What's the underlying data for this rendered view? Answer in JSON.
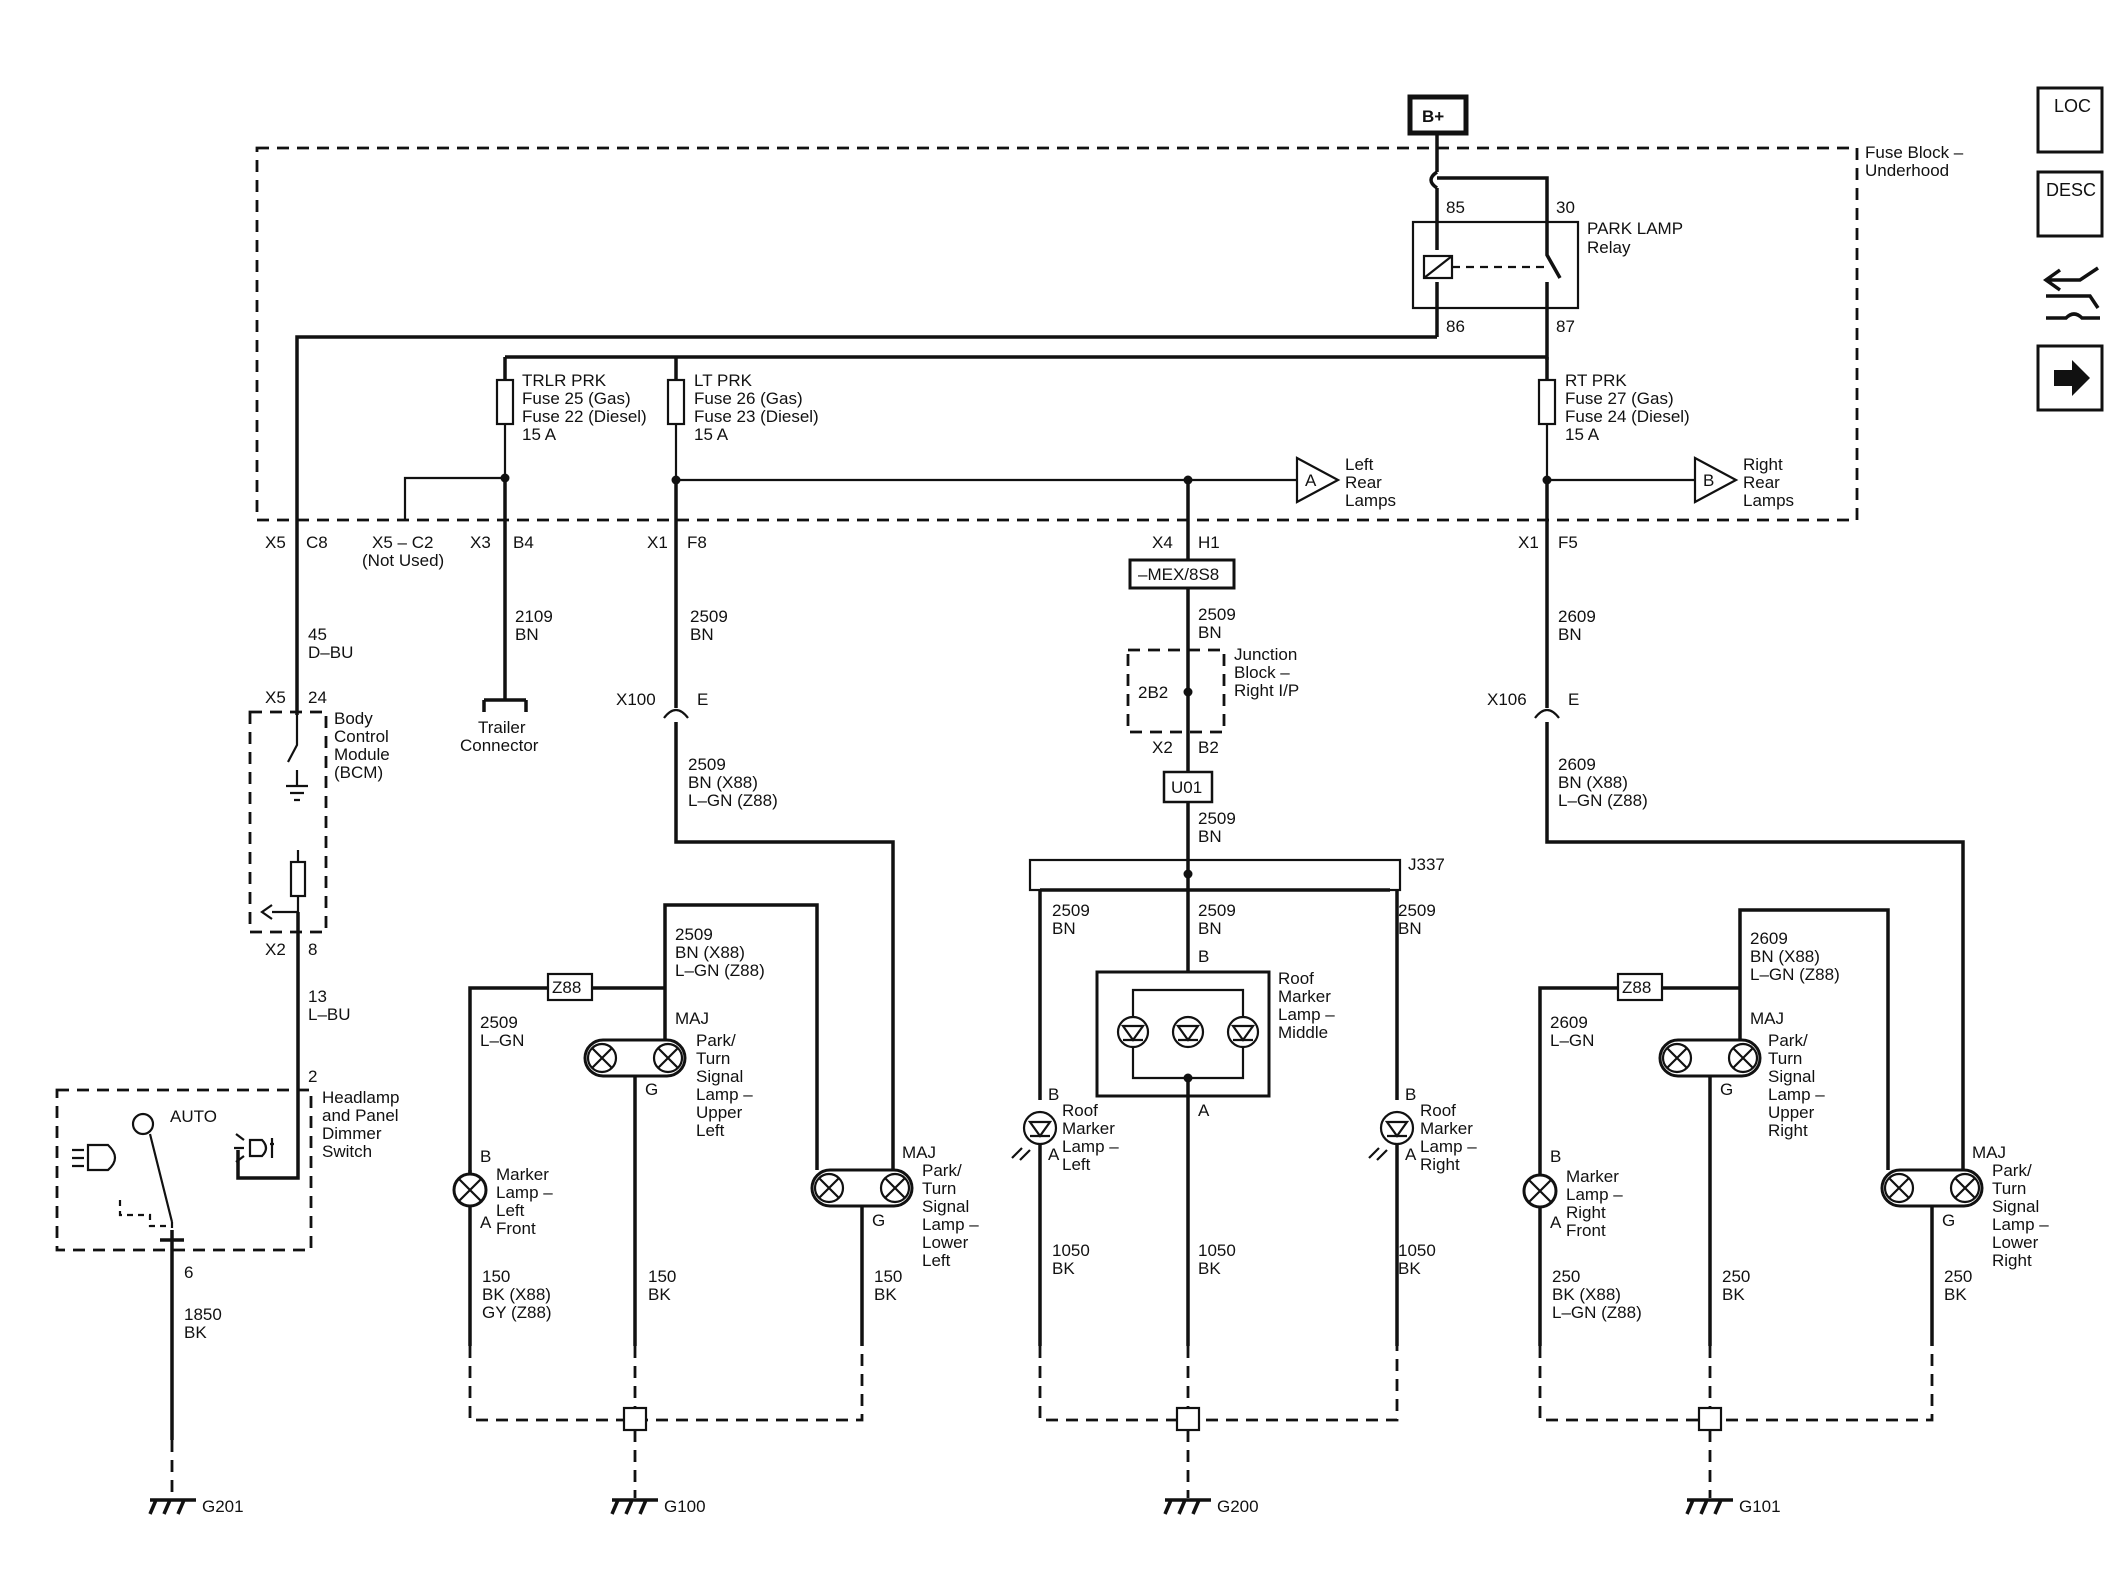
{
  "power": {
    "bplus": "B+"
  },
  "fuse_block": {
    "line1": "Fuse Block –",
    "line2": "Underhood"
  },
  "relay": {
    "name1": "PARK LAMP",
    "name2": "Relay",
    "pin85": "85",
    "pin30": "30",
    "pin86": "86",
    "pin87": "87"
  },
  "fuses": {
    "trlr": {
      "l1": "TRLR PRK",
      "l2": "Fuse 25 (Gas)",
      "l3": "Fuse 22 (Diesel)",
      "l4": "15 A"
    },
    "lt": {
      "l1": "LT PRK",
      "l2": "Fuse 26 (Gas)",
      "l3": "Fuse 23 (Diesel)",
      "l4": "15 A"
    },
    "rt": {
      "l1": "RT PRK",
      "l2": "Fuse 27 (Gas)",
      "l3": "Fuse 24 (Diesel)",
      "l4": "15 A"
    }
  },
  "offpage": {
    "a": {
      "letter": "A",
      "l1": "Left",
      "l2": "Rear",
      "l3": "Lamps"
    },
    "b": {
      "letter": "B",
      "l1": "Right",
      "l2": "Rear",
      "l3": "Lamps"
    }
  },
  "connectors": {
    "x5": "X5",
    "c8": "C8",
    "x5c2": "X5 – C2",
    "notused": "(Not Used)",
    "x3": "X3",
    "b4": "B4",
    "x1a": "X1",
    "f8": "F8",
    "x4": "X4",
    "h1": "H1",
    "x1b": "X1",
    "f5": "F5",
    "x100": "X100",
    "e1": "E",
    "x106": "X106",
    "e2": "E",
    "x2a": "X2",
    "b2": "B2",
    "x5b": "X5",
    "p24": "24",
    "x2b": "X2",
    "p8": "8",
    "p2": "2",
    "p6": "6",
    "mex": "–MEX/8S8",
    "u01": "U01",
    "j337": "J337",
    "b2box": "2B2"
  },
  "wires": {
    "w45": "45",
    "dbu": "D–BU",
    "w2109": "2109",
    "bn1": "BN",
    "w2509a": "2509",
    "bn2": "BN",
    "w2509b": "2509",
    "bn3": "BN",
    "w2609a": "2609",
    "bn4": "BN",
    "w2509c": "2509",
    "bnx88a": "BN (X88)",
    "lgnz88a": "L–GN (Z88)",
    "w2609b": "2609",
    "bnx88b": "BN (X88)",
    "lgnz88b": "L–GN (Z88)",
    "w2509d": "2509",
    "bn5": "BN",
    "w13": "13",
    "lbu": "L–BU",
    "w1850": "1850",
    "bk1": "BK",
    "w2509e": "2509",
    "bnx88c": "BN (X88)",
    "lgnz88c": "L–GN (Z88)",
    "w2509f": "2509",
    "lgn1": "L–GN",
    "w2509g": "2509",
    "bn6": "BN",
    "w2509h": "2509",
    "bn7": "BN",
    "w2509i": "2509",
    "bn8": "BN",
    "w2609c": "2609",
    "bnx88d": "BN (X88)",
    "lgnz88d": "L–GN (Z88)",
    "w2609d": "2609",
    "lgn2": "L–GN",
    "w150a": "150",
    "bkx88a": "BK (X88)",
    "gyz88": "GY (Z88)",
    "w150b": "150",
    "bk2": "BK",
    "w150c": "150",
    "bk3": "BK",
    "w1050a": "1050",
    "bk4": "BK",
    "w1050b": "1050",
    "bk5": "BK",
    "w1050c": "1050",
    "bk6": "BK",
    "w250a": "250",
    "bkx88b": "BK (X88)",
    "lgnz88e": "L–GN (Z88)",
    "w250b": "250",
    "bk7": "BK",
    "w250c": "250",
    "bk8": "BK",
    "z88": "Z88"
  },
  "components": {
    "bcm": {
      "l1": "Body",
      "l2": "Control",
      "l3": "Module",
      "l4": "(BCM)"
    },
    "junction": {
      "l1": "Junction",
      "l2": "Block –",
      "l3": "Right I/P"
    },
    "trailer": {
      "l1": "Trailer",
      "l2": "Connector"
    },
    "switch": {
      "l1": "Headlamp",
      "l2": "and Panel",
      "l3": "Dimmer",
      "l4": "Switch",
      "auto": "AUTO"
    },
    "pul": {
      "l1": "Park/",
      "l2": "Turn",
      "l3": "Signal",
      "l4": "Lamp –",
      "l5": "Upper",
      "l6": "Left"
    },
    "pll": {
      "l1": "Park/",
      "l2": "Turn",
      "l3": "Signal",
      "l4": "Lamp –",
      "l5": "Lower",
      "l6": "Left"
    },
    "pur": {
      "l1": "Park/",
      "l2": "Turn",
      "l3": "Signal",
      "l4": "Lamp –",
      "l5": "Upper",
      "l6": "Right"
    },
    "plr": {
      "l1": "Park/",
      "l2": "Turn",
      "l3": "Signal",
      "l4": "Lamp –",
      "l5": "Lower",
      "l6": "Right"
    },
    "mlf": {
      "l1": "Marker",
      "l2": "Lamp –",
      "l3": "Left",
      "l4": "Front"
    },
    "mrf": {
      "l1": "Marker",
      "l2": "Lamp –",
      "l3": "Right",
      "l4": "Front"
    },
    "rml": {
      "l1": "Roof",
      "l2": "Marker",
      "l3": "Lamp –",
      "l4": "Left"
    },
    "rmr": {
      "l1": "Roof",
      "l2": "Marker",
      "l3": "Lamp –",
      "l4": "Right"
    },
    "rmm": {
      "l1": "Roof",
      "l2": "Marker",
      "l3": "Lamp –",
      "l4": "Middle"
    }
  },
  "pins": {
    "maj": "MAJ",
    "g": "G",
    "a": "A",
    "b": "B"
  },
  "grounds": {
    "g201": "G201",
    "g100": "G100",
    "g200": "G200",
    "g101": "G101"
  },
  "sidebar": {
    "loc": "LOC",
    "desc": "DESC"
  }
}
